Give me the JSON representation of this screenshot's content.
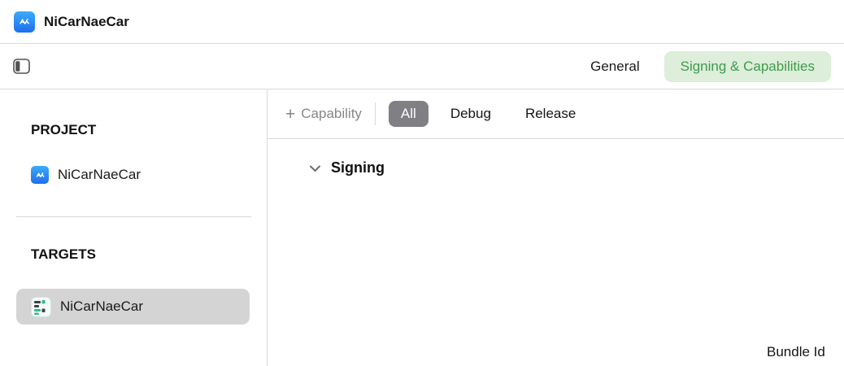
{
  "window": {
    "title": "NiCarNaeCar"
  },
  "toolbar": {
    "tabs": [
      {
        "label": "General",
        "active": false
      },
      {
        "label": "Signing & Capabilities",
        "active": true
      }
    ]
  },
  "sidebar": {
    "project_header": "PROJECT",
    "project_items": [
      {
        "label": "NiCarNaeCar"
      }
    ],
    "targets_header": "TARGETS",
    "target_items": [
      {
        "label": "NiCarNaeCar",
        "selected": true
      }
    ]
  },
  "content": {
    "capability_plus": "+",
    "capability_button": "Capability",
    "filters": [
      {
        "label": "All",
        "active": true
      },
      {
        "label": "Debug",
        "active": false
      },
      {
        "label": "Release",
        "active": false
      }
    ],
    "sections": [
      {
        "title": "Signing",
        "expanded": true
      }
    ],
    "bundle_label": "Bundle Id"
  },
  "colors": {
    "accent_green_text": "#3f9b4e",
    "accent_green_bg": "#ddeeda",
    "pill_active_bg": "#7f7f84",
    "selection_bg": "#d4d4d4",
    "border": "#d9d9d9"
  }
}
